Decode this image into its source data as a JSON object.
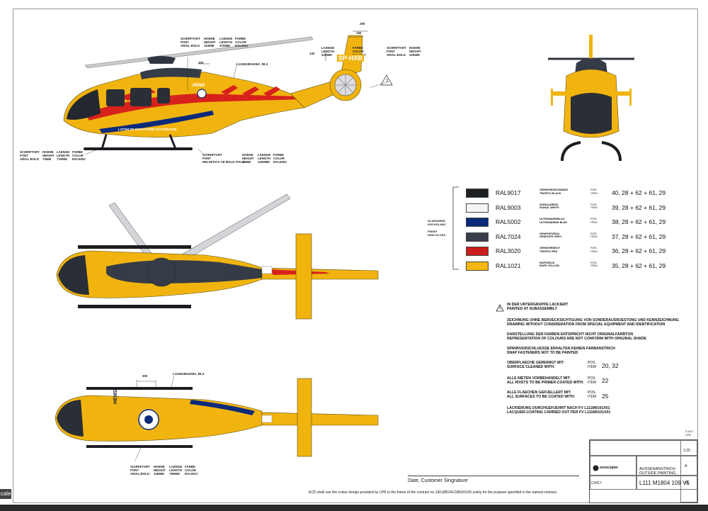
{
  "side_view": {
    "label_tail": {
      "lines": [
        "SCHRIFTART",
        "FONT",
        "ARIAL BOLD"
      ],
      "h": [
        "HOEHE",
        "HEIGHT",
        "110MM"
      ],
      "l": [
        "LAENGE",
        "LENGTH",
        "370MM"
      ],
      "c": [
        "FARBE",
        "COLOR",
        "RAL9017"
      ]
    },
    "rego": "SP-HXB",
    "part_ref": "L111M1804106A_BL3",
    "dim_280": "280",
    "dim_150": "150",
    "dim_140": "140",
    "dim_300": "300",
    "hems": "HEMS",
    "side_text": "LOTNICZE POGOTOWIE RATUNKOWE",
    "tail_label": {
      "font": [
        "SCHRIFTART",
        "FONT",
        "ARIAL BOLD"
      ],
      "h": [
        "HOEHE",
        "HEIGHT",
        "220MM"
      ],
      "l": [
        "LAENGE",
        "LENGTH",
        "220MM"
      ],
      "c": [
        "FARBE",
        "COLOR",
        "RAL9017"
      ]
    },
    "left_label": {
      "font": [
        "SCHRIFTART",
        "FONT",
        "ARIAL BOLD"
      ],
      "h": [
        "HOEHE",
        "HEIGHT",
        "70MM"
      ],
      "l": [
        "LAENGE",
        "LENGTH",
        "710MM"
      ],
      "c": [
        "FARBE",
        "COLOR",
        "RAL5002"
      ]
    },
    "mid_label": {
      "font": [
        "SCHRIFTART",
        "FONT",
        "HELVETICA CE BOLD ITALIC"
      ],
      "h": [
        "HOEHE",
        "HEIGHT",
        "80MM"
      ],
      "l": [
        "LAENGE",
        "LENGTH",
        "1190MM"
      ],
      "c": [
        "FARBE",
        "COLOR",
        "RAL5002"
      ]
    },
    "triangle_num": "1"
  },
  "bottom_view": {
    "part_ref": "L111M1804106A_BL3",
    "dim_300": "300",
    "hems": "HEMS",
    "label": {
      "font": [
        "SCHRIFTART",
        "FONT",
        "ARIAL BOLD"
      ],
      "h": [
        "HOEHE",
        "HEIGHT",
        "240MM"
      ],
      "l": [
        "LAENGE",
        "LENGTH",
        "790MM"
      ],
      "c": [
        "FARBE",
        "COLOR",
        "RAL9017"
      ]
    }
  },
  "legend": {
    "gloss": [
      "GLAENZEND",
      "HOCHGLANZ",
      "",
      "FINISH",
      "HIGH GLOSS"
    ],
    "rows": [
      {
        "color": "#1e2124",
        "code": "RAL9017",
        "desc": [
          "VERKEHRSSCHWARZ",
          "TRAFFIC BLACK"
        ],
        "pos": [
          "POS.",
          "ITEM"
        ],
        "value": "40, 28 + 62 + 61, 29"
      },
      {
        "color": "#f6f6f4",
        "code": "RAL9003",
        "desc": [
          "SIGNALWEISS",
          "SIGNAL WHITE"
        ],
        "pos": [
          "POS.",
          "ITEM"
        ],
        "value": "39, 28 + 62 + 61, 29"
      },
      {
        "color": "#0a2a7a",
        "code": "RAL5002",
        "desc": [
          "ULTRAMARINBLAU",
          "ULTRAMARINE BLUE"
        ],
        "pos": [
          "POS.",
          "ITEM"
        ],
        "value": "38, 28 + 62 + 61, 29"
      },
      {
        "color": "#383e4a",
        "code": "RAL7024",
        "desc": [
          "GRAPHITGRAU",
          "GRAPHITE GREY"
        ],
        "pos": [
          "POS.",
          "ITEM"
        ],
        "value": "37, 28 + 62 + 61, 29"
      },
      {
        "color": "#c81d1a",
        "code": "RAL3020",
        "desc": [
          "VERKEHRSROT",
          "TRAFFIC RED"
        ],
        "pos": [
          "POS.",
          "ITEM"
        ],
        "value": "36, 28 + 62 + 61, 29"
      },
      {
        "color": "#f5b70f",
        "code": "RAL1021",
        "desc": [
          "RAPSGELB",
          "RAPE YELLOW"
        ],
        "pos": [
          "POS.",
          "ITEM"
        ],
        "value": "35, 28 + 62 + 61, 29"
      }
    ]
  },
  "notes": {
    "warning": [
      "IN DER UNTERGRUPPE LACKIERT",
      "PAINTED AT SUBASSEMBLY"
    ],
    "n1": [
      "ZEICHNUNG OHNE BERUECKSICHTIGUNG VON SONDERAUSRUESTUNG UND KENNZEICHNUNG",
      "DRAWING WITHOUT CONSIDERATION FROM SPECIAL EQUIPMENT AND IDENTIFICATION"
    ],
    "n2": [
      "DARSTELLUNG DER FARBEN ENTSPRICHT NICHT ORIGINALFARBTON",
      "REPRESENTATION OF COLOURS ARE NOT CONFORM WITH ORIGINAL SHADE"
    ],
    "n3": [
      "SPANNVERSCHLUESSE ERHALTEN KEINEN FARBANSTRICH",
      "SNAP FASTENERS NOT TO BE PAINTED"
    ],
    "n4": [
      "OBERFLAECHE GEREINIGT MIT:",
      "SURFACE CLEANED WITH:"
    ],
    "n4pos": [
      "POS.",
      "ITEM"
    ],
    "n4val": "20, 32",
    "n5": [
      "ALLE NIETEN VORBEHANDELT MIT:",
      "ALL RIVETS TO BE PRIMER-COATED WITH:"
    ],
    "n5pos": [
      "POS.",
      "ITEM"
    ],
    "n5val": "22",
    "n6": [
      "ALLE FLAECHEN GEFUELLERT MIT:",
      "ALL SURFACES TO BE COATED WITH:"
    ],
    "n6pos": [
      "POS.",
      "ITEM"
    ],
    "n6val": "25",
    "n7": [
      "LACKIERUNG DURCHGEFUEHRT NACH FV L111M0101X01",
      "LACQUER-COATING CARRIED OUT PER FV L111M0101X01"
    ]
  },
  "signature": "Date, Customer Singnature",
  "ecd": "ECD shall use the colour design provided by LPR in the frame of the contract no.1/EU/85141/1860/3105 solely for the purpose specified in the named contract.",
  "title_block": {
    "title1": "AUSSENANSTRICH",
    "title2": "OUTSIDE PAINTING",
    "drawing_no": "L111 M1804 109 V5",
    "company": "eurocopter",
    "code": "C0417",
    "scale": "1:20",
    "sheet": "V1",
    "rev": "A",
    "sheet_ref": "S-013",
    "sheet_ref2": "LPR"
  },
  "scale_tag": "cale"
}
